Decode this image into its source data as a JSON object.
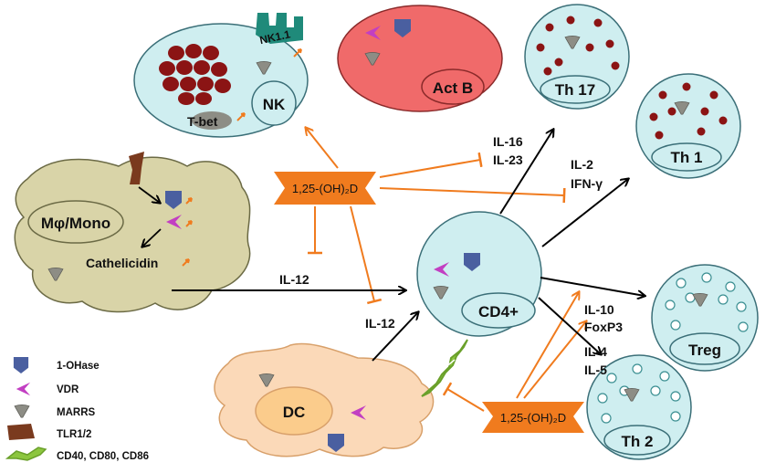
{
  "colors": {
    "cell_fill": "#cfeef0",
    "cell_stroke": "#3b6f78",
    "act_b_fill": "#f06a6a",
    "mono_fill": "#d9d4a8",
    "dc_fill": "#fbd9b8",
    "vitd_orange": "#f07b1e",
    "arrow_black": "#000000",
    "granule_red": "#8b1414",
    "nk11_teal": "#1f8a7a",
    "ohase_blue": "#4a5fa0",
    "vdr_magenta": "#c23fc2",
    "tlr_brown": "#7a3a1e",
    "cd40_green": "#8cc63f"
  },
  "cells": {
    "nk": "NK",
    "nk11": "NK1.1",
    "tbet": "T-bet",
    "act_b": "Act B",
    "th17": "Th 17",
    "th1": "Th 1",
    "mono": "Mφ/Mono",
    "cathelicidin": "Cathelicidin",
    "cd4": "CD4+",
    "treg": "Treg",
    "th2": "Th 2",
    "dc": "DC"
  },
  "vitd": {
    "top": "1,25-(OH)₂D",
    "bottom": "1,25-(OH)₂D"
  },
  "signals": {
    "il16": "IL-16",
    "il23": "IL-23",
    "il2": "IL-2",
    "ifng": "IFN-γ",
    "il12_mono": "IL-12",
    "il12_dc": "IL-12",
    "il10": "IL-10",
    "foxp3": "FoxP3",
    "il4": "IL-4",
    "il5": "IL-5"
  },
  "legend": [
    {
      "icon": "ohase-icon",
      "label": "1-OHase"
    },
    {
      "icon": "vdr-icon",
      "label": "VDR"
    },
    {
      "icon": "marrs-icon",
      "label": "MARRS"
    },
    {
      "icon": "tlr-icon",
      "label": "TLR1/2"
    },
    {
      "icon": "cd40-icon",
      "label": "CD40, CD80, CD86"
    }
  ]
}
